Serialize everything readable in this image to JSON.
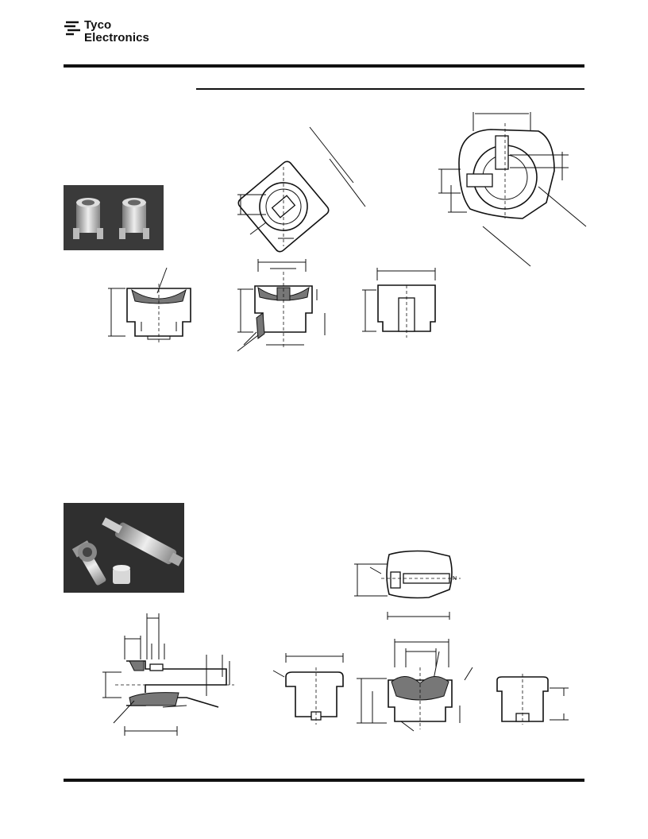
{
  "header": {
    "brand_line1": "Tyco",
    "brand_line2": "Electronics",
    "logo_icon": "tyco-electronics-logo-icon"
  },
  "photos": [
    {
      "name": "cap-connector-photo",
      "icon": "photo-two-caps"
    },
    {
      "name": "pin-connector-photo",
      "icon": "photo-pin-assembly"
    }
  ],
  "drawings": [
    "cap-side-section-drawing",
    "cap-top-view-drawing",
    "cap-center-section-drawing",
    "cap-end-view-drawing",
    "cap-corner-view-drawing",
    "pin-section-drawing",
    "pin-top-view-drawing",
    "pin-cap-side-drawing",
    "pin-cap-section-drawing",
    "pin-cap-end-drawing"
  ]
}
